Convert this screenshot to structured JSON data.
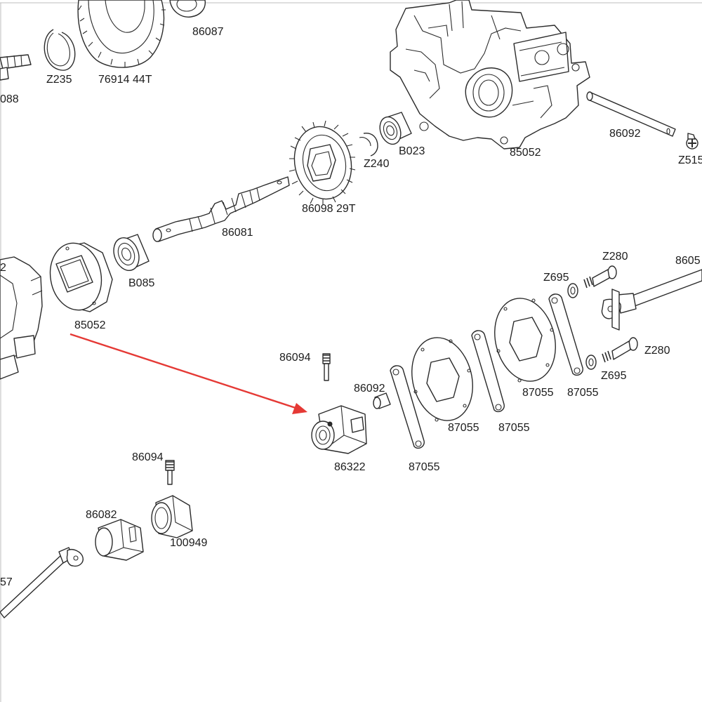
{
  "labels": {
    "p86087": "86087",
    "z235": "Z235",
    "p76914": "76914 44T",
    "p088": "088",
    "p86092_shaft": "86092",
    "z515": "Z515",
    "p85052_case": "85052",
    "b023": "B023",
    "z240": "Z240",
    "p86098": "86098 29T",
    "p86081": "86081",
    "b085": "B085",
    "p85052_drum": "85052",
    "p2": "2",
    "z280_top": "Z280",
    "p8605": "8605",
    "z695_top": "Z695",
    "z280_bottom": "Z280",
    "z695_bottom": "Z695",
    "p86094_top": "86094",
    "p86092_pin": "86092",
    "p86322": "86322",
    "p87055_a": "87055",
    "p87055_b": "87055",
    "p87055_c": "87055",
    "p87055_d": "87055",
    "p87055_e": "87055",
    "p86094_bottom": "86094",
    "p86082": "86082",
    "p100949": "100949",
    "p57": "57"
  },
  "colors": {
    "line": "#2b2b2b",
    "arrow": "#e53935",
    "frame": "#bdbdbd"
  }
}
